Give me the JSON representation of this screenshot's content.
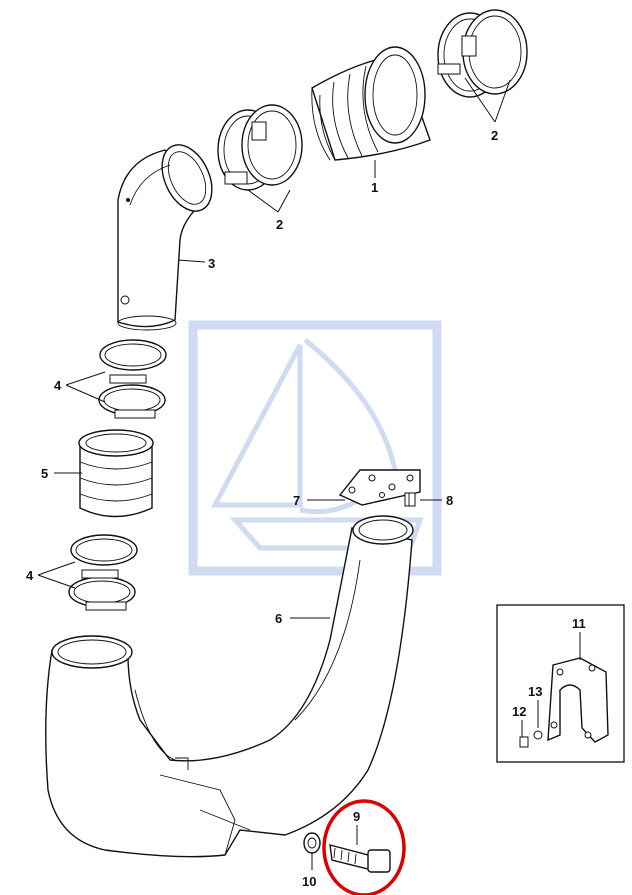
{
  "diagram": {
    "labels": {
      "p1": "1",
      "p2a": "2",
      "p2b": "2",
      "p3": "3",
      "p4a": "4",
      "p4b": "4",
      "p5": "5",
      "p6": "6",
      "p7": "7",
      "p8": "8",
      "p9": "9",
      "p10": "10",
      "p11": "11",
      "p12": "12",
      "p13": "13"
    },
    "highlight_color": "#dd0000",
    "watermark_color": "#c8d4ee",
    "line_color": "#111111"
  }
}
